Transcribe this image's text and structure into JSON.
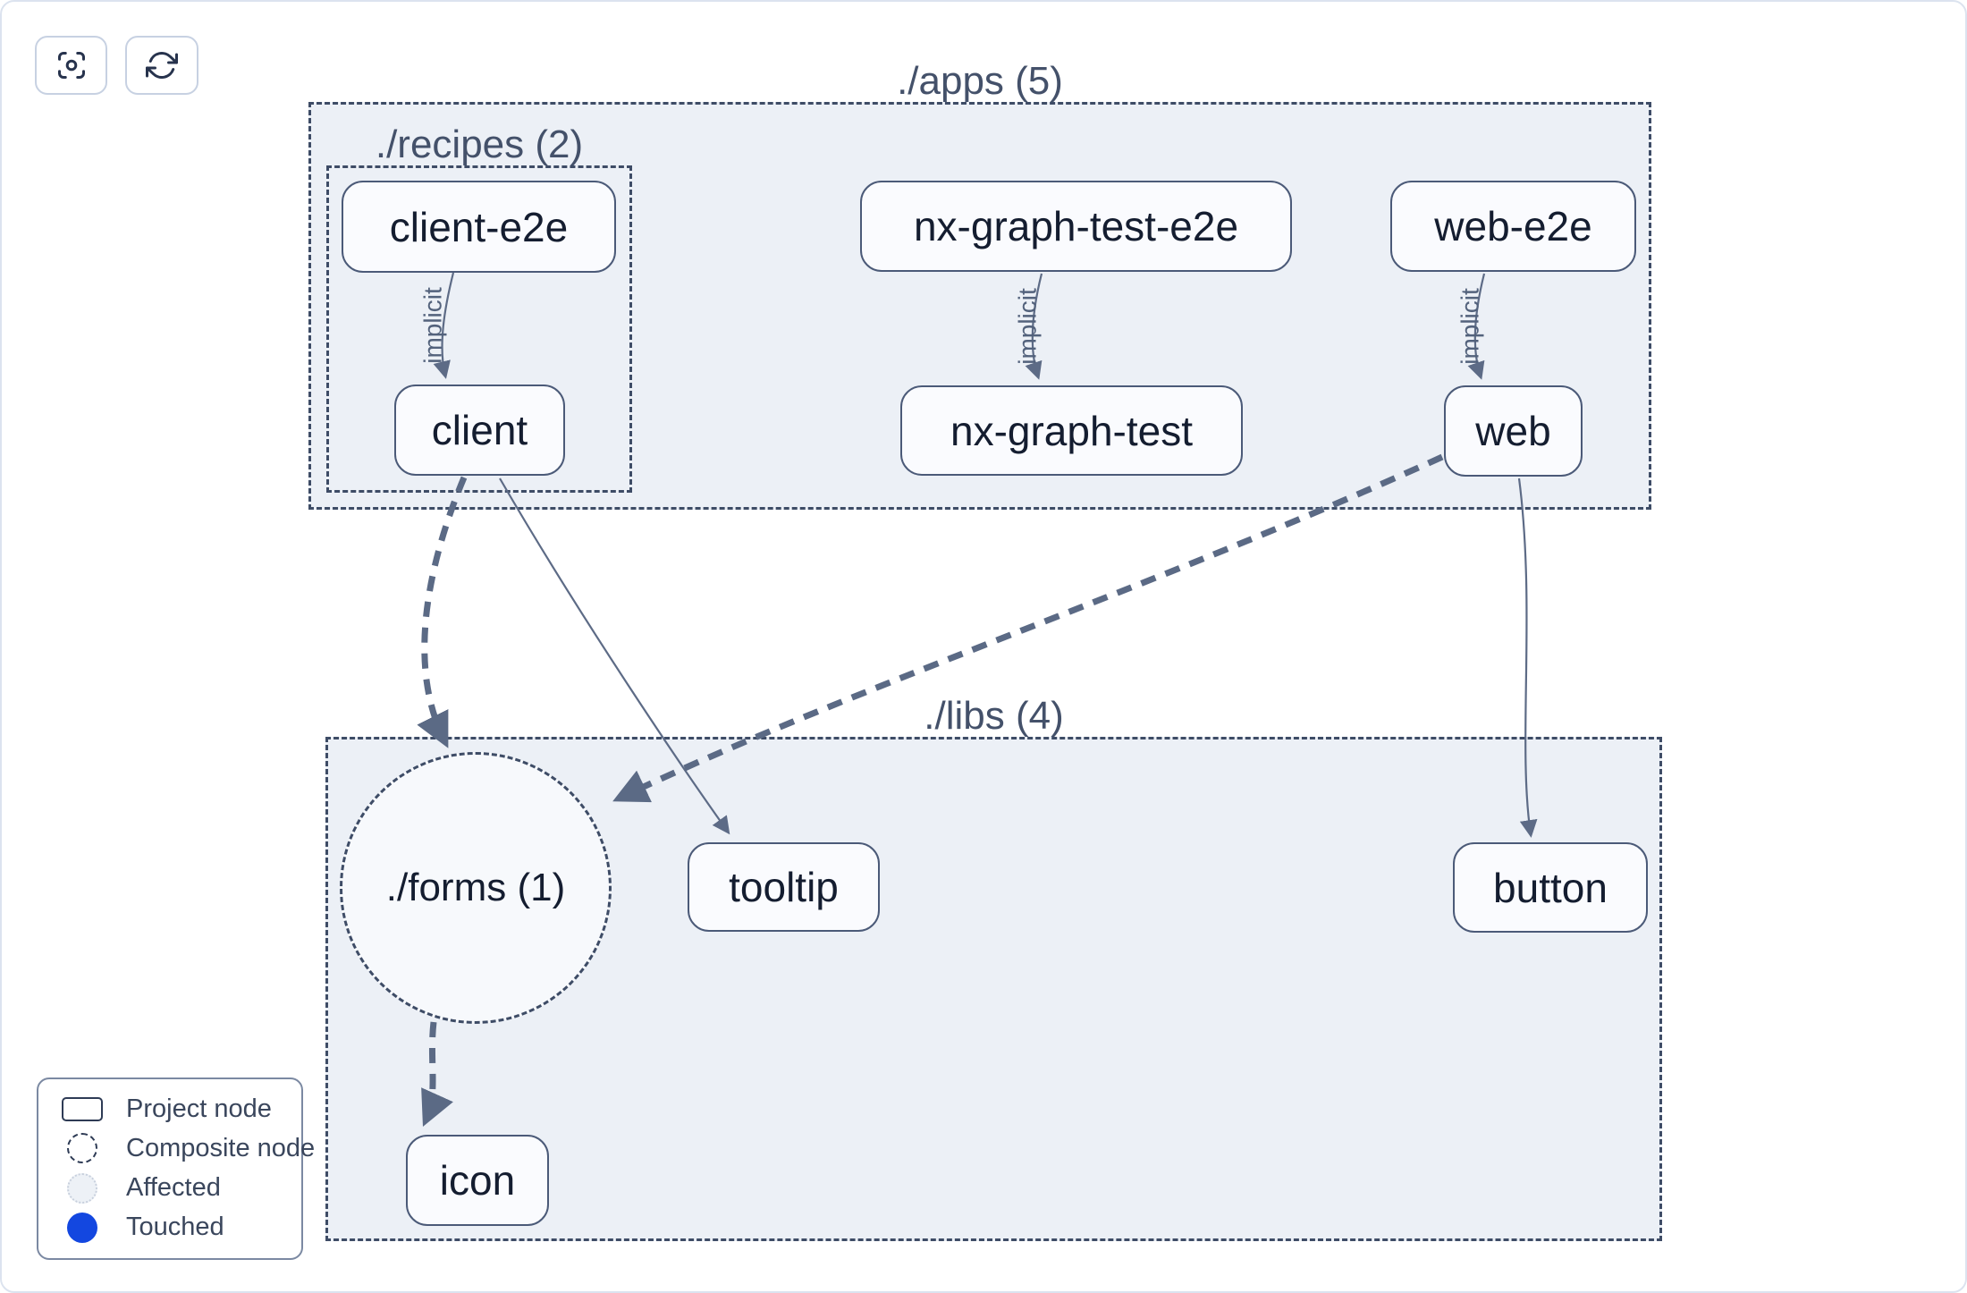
{
  "toolbar": {
    "buttons": [
      {
        "name": "focus",
        "icon": "focus-icon"
      },
      {
        "name": "refresh",
        "icon": "refresh-icon"
      }
    ]
  },
  "groups": {
    "apps": {
      "label": "./apps (5)"
    },
    "recipes": {
      "label": "./recipes (2)"
    },
    "libs": {
      "label": "./libs (4)"
    },
    "forms": {
      "label": "./forms (1)"
    }
  },
  "nodes": {
    "client_e2e": {
      "label": "client-e2e",
      "group": "./apps/./recipes"
    },
    "nx_graph_test_e2e": {
      "label": "nx-graph-test-e2e",
      "group": "./apps"
    },
    "web_e2e": {
      "label": "web-e2e",
      "group": "./apps"
    },
    "client": {
      "label": "client",
      "group": "./apps/./recipes"
    },
    "nx_graph_test": {
      "label": "nx-graph-test",
      "group": "./apps"
    },
    "web": {
      "label": "web",
      "group": "./apps"
    },
    "tooltip": {
      "label": "tooltip",
      "group": "./libs"
    },
    "button": {
      "label": "button",
      "group": "./libs"
    },
    "icon": {
      "label": "icon",
      "group": "./libs"
    }
  },
  "edges": {
    "implicit_label": "implicit",
    "list": [
      {
        "from": "client-e2e",
        "to": "client",
        "type": "implicit"
      },
      {
        "from": "nx-graph-test-e2e",
        "to": "nx-graph-test",
        "type": "implicit"
      },
      {
        "from": "web-e2e",
        "to": "web",
        "type": "implicit"
      },
      {
        "from": "client",
        "to": "./forms (1)",
        "type": "dashed-composite"
      },
      {
        "from": "web",
        "to": "./forms (1)",
        "type": "dashed-composite"
      },
      {
        "from": "./forms (1)",
        "to": "icon",
        "type": "dashed-composite"
      },
      {
        "from": "client",
        "to": "tooltip",
        "type": "direct"
      },
      {
        "from": "web",
        "to": "button",
        "type": "direct"
      }
    ]
  },
  "legend": {
    "items": [
      {
        "icon": "project-node-icon",
        "label": "Project node"
      },
      {
        "icon": "composite-node-icon",
        "label": "Composite node"
      },
      {
        "icon": "affected-icon",
        "label": "Affected"
      },
      {
        "icon": "touched-icon",
        "label": "Touched"
      }
    ]
  },
  "colors": {
    "touched_blue": "#1347e0",
    "affected_fill": "#edf1f6",
    "container_fill": "#ecf0f6",
    "edge": "#5b6a85",
    "node_border": "#4b5a78",
    "dashed_border": "#3e4c66",
    "node_text": "#141d30"
  }
}
